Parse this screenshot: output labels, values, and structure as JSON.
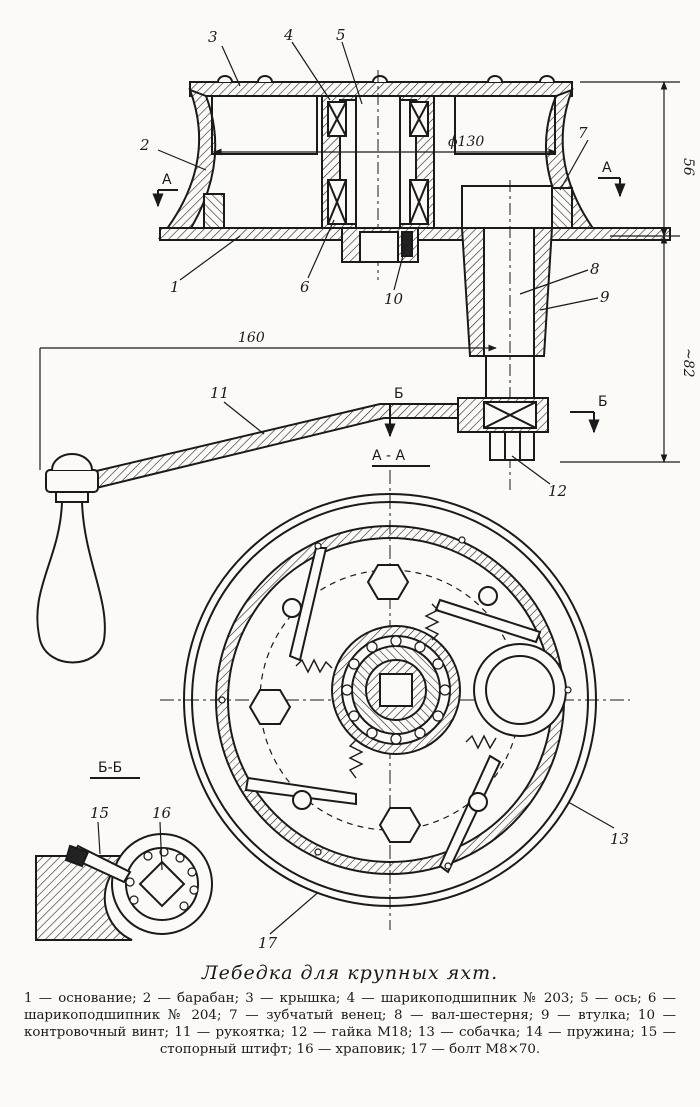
{
  "labels": {
    "n1": "1",
    "n2": "2",
    "n3": "3",
    "n4": "4",
    "n5": "5",
    "n6": "6",
    "n7": "7",
    "n8": "8",
    "n9": "9",
    "n10": "10",
    "n11": "11",
    "n12": "12",
    "n13": "13",
    "n15": "15",
    "n16": "16",
    "n17": "17"
  },
  "dimensions": {
    "diameter": "ϕ130",
    "arm_length": "160",
    "drum_height": "56",
    "shaft_height": "~82"
  },
  "sections": {
    "a_mark": "А",
    "b_mark": "Б",
    "a_title": "А - А",
    "b_title": "Б-Б"
  },
  "caption": {
    "title": "Лебедка для крупных яхт.",
    "legend": "1 — основание; 2 — барабан; 3 — крышка; 4 — шарикоподшипник № 203; 5 — ось; 6 — шарикоподшипник № 204; 7 — зубчатый венец; 8 — вал-шестерня; 9 — втулка; 10 — контровочный винт; 11 — рукоятка; 12 — гайка М18; 13 — собачка; 14 — пружина; 15 — стопорный штифт; 16 — храповик; 17 — болт М8×70."
  }
}
